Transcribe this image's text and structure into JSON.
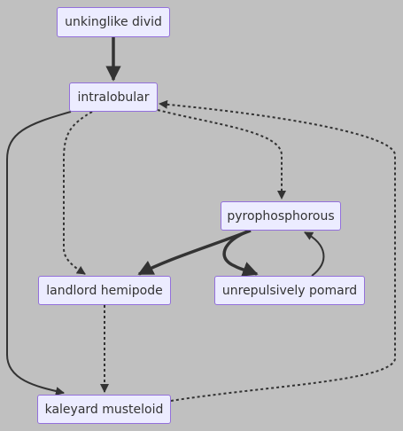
{
  "diagram": {
    "nodes": [
      {
        "id": "unkinglike",
        "label": "unkinglike divid"
      },
      {
        "id": "intralobular",
        "label": "intralobular"
      },
      {
        "id": "pyrophosphorous",
        "label": "pyrophosphorous"
      },
      {
        "id": "landlord",
        "label": "landlord hemipode"
      },
      {
        "id": "unrepulsively",
        "label": "unrepulsively pomard"
      },
      {
        "id": "kaleyard",
        "label": "kaleyard musteloid"
      }
    ],
    "edges": [
      {
        "from": "unkinglike",
        "to": "intralobular",
        "style": "thick"
      },
      {
        "from": "intralobular",
        "to": "kaleyard",
        "style": "solid"
      },
      {
        "from": "intralobular",
        "to": "landlord",
        "style": "dotted"
      },
      {
        "from": "intralobular",
        "to": "pyrophosphorous",
        "style": "dotted"
      },
      {
        "from": "kaleyard",
        "to": "intralobular",
        "style": "dotted"
      },
      {
        "from": "pyrophosphorous",
        "to": "landlord",
        "style": "thick"
      },
      {
        "from": "pyrophosphorous",
        "to": "unrepulsively",
        "style": "thick"
      },
      {
        "from": "unrepulsively",
        "to": "pyrophosphorous",
        "style": "solid"
      },
      {
        "from": "landlord",
        "to": "kaleyard",
        "style": "dotted"
      }
    ],
    "colors": {
      "background": "#c0c0c0",
      "node_fill": "#ececff",
      "node_border": "#9370db",
      "edge": "#333333"
    }
  }
}
